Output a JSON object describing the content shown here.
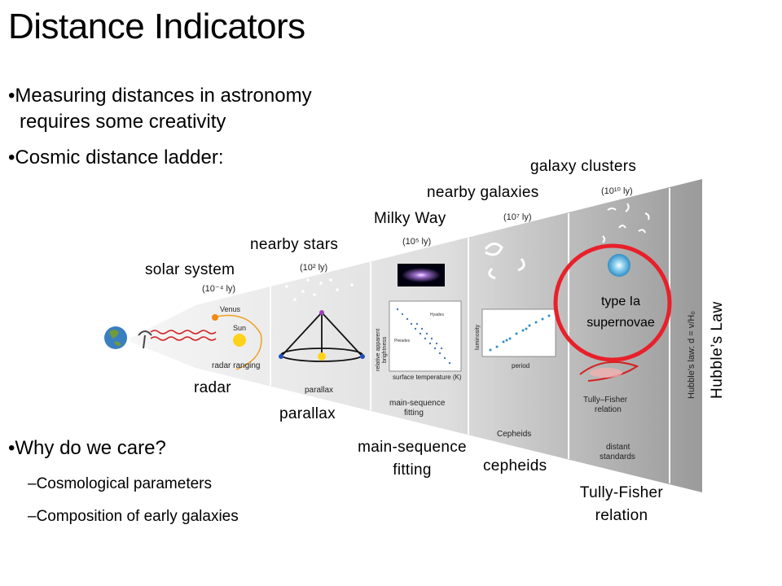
{
  "title": "Distance Indicators",
  "bullets": {
    "b1_line1": "Measuring distances in astronomy",
    "b1_line2": "requires some creativity",
    "b2": "Cosmic distance ladder:",
    "b3": "Why do we care?",
    "sub1": "–Cosmological parameters",
    "sub2": "–Composition of early galaxies"
  },
  "bullet_char": "•",
  "ladder_labels": {
    "solar_system": "solar system",
    "nearby_stars": "nearby stars",
    "milky_way": "Milky Way",
    "nearby_galaxies": "nearby galaxies",
    "galaxy_clusters": "galaxy clusters",
    "radar": "radar",
    "parallax": "parallax",
    "msf_line1": "main-sequence",
    "msf_line2": "fitting",
    "cepheids": "cepheids",
    "tf_line1": "Tully-Fisher",
    "tf_line2": "relation",
    "sn_line1": "type Ia",
    "sn_line2": "supernovae",
    "hubble": "Hubble’s Law"
  },
  "figure_text": {
    "d1": "(10⁻⁴ ly)",
    "d2": "(10² ly)",
    "d3": "(10⁵ ly)",
    "d4": "(10⁷ ly)",
    "d5": "(10¹⁰ ly)",
    "venus": "Venus",
    "sun": "Sun",
    "radar_ranging": "radar ranging",
    "parallax_panel": "parallax",
    "ms_panel_1": "main-sequence",
    "ms_panel_2": "fitting",
    "ms_ylabel_1": "relative apparent",
    "ms_ylabel_2": "brightness",
    "ms_xlabel": "surface temperature (K)",
    "hyades": "Hyades",
    "pleiades": "Pleiades",
    "lum": "luminosity",
    "period": "period",
    "cepheids_panel": "Cepheids",
    "tf_panel_1": "Tully–Fisher",
    "tf_panel_2": "relation",
    "ds_1": "distant",
    "ds_2": "standards",
    "hubble_panel": "Hubble's law: d = v/H₀"
  },
  "colors": {
    "highlight_circle": "#e8202a",
    "cone_light": "#e4e4e4",
    "cone_dark": "#a8a8a8"
  }
}
